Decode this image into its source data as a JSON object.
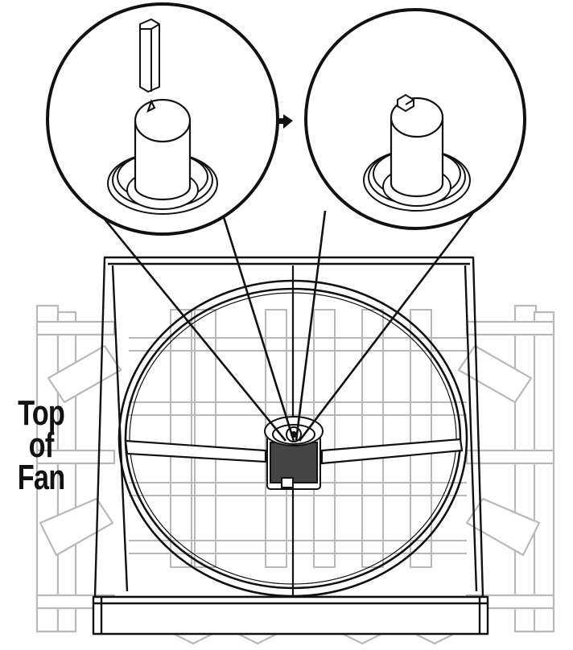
{
  "label": {
    "line1": "Top",
    "line2": "of",
    "line3": "Fan"
  },
  "colors": {
    "ink": "#111111",
    "pallet": "#b8b8b8",
    "background": "#ffffff"
  },
  "icons": {
    "step_arrow": "right-arrow-icon"
  }
}
